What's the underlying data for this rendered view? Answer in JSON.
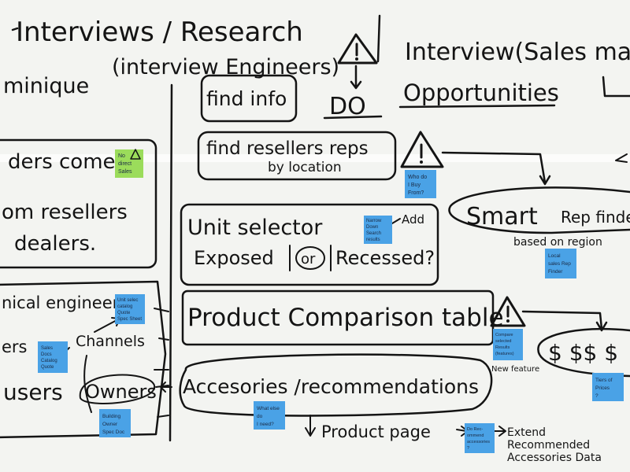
{
  "board": {
    "texts": {
      "t_interviews": "Interviews / Research",
      "t_interview_engineers": "(interview Engineers)",
      "t_minique": "minique",
      "t_interview_sales": "Interview(Sales man",
      "t_find_info": "find info",
      "t_do": "DO",
      "t_opportunities": "Opportunities",
      "t_find_resellers": "find resellers reps",
      "t_by_location": "by location",
      "t_leads": "ders come",
      "t_from_resellers": "om resellers",
      "t_dealers": "dealers.",
      "t_smart": "Smart",
      "t_rep_finder": "Rep finde",
      "t_based_region": "based on region",
      "t_unit_selector": "Unit selector",
      "t_add": "Add",
      "t_exposed": "Exposed",
      "t_or": "or",
      "t_recessed": "Recessed?",
      "t_engineers": "nical engineers",
      "t_ers": "ers",
      "t_channels": "Channels",
      "t_users": "users",
      "t_owners": "Owners",
      "t_product_compare": "Product Comparison table",
      "t_new_feature": "New feature",
      "t_dollars": "$  $$  $",
      "t_accessories": "Accesories /recommendations",
      "t_product_page": "Product page",
      "t_extend1": "Extend",
      "t_extend2": "Recommended",
      "t_extend3": "Accessories Data"
    },
    "sticky_notes": [
      {
        "id": "n1",
        "color": "#9bdc5b",
        "lines": [
          "No",
          "direct",
          "Sales"
        ]
      },
      {
        "id": "n2",
        "color": "#4aa2e6",
        "lines": [
          "Who do",
          "I Buy",
          "From?"
        ]
      },
      {
        "id": "n3",
        "color": "#4aa2e6",
        "lines": [
          "Narrow",
          "Down",
          "Search",
          "results"
        ]
      },
      {
        "id": "n4",
        "color": "#4aa2e6",
        "lines": [
          "Local",
          "sales Rep",
          "Finder"
        ]
      },
      {
        "id": "n5",
        "color": "#4aa2e6",
        "lines": [
          "Unit selec",
          "catalog",
          "Quote",
          "Spec Sheet"
        ]
      },
      {
        "id": "n6",
        "color": "#4aa2e6",
        "lines": [
          "Sales",
          "Docs",
          "Catalog",
          "Quote"
        ]
      },
      {
        "id": "n7",
        "color": "#4aa2e6",
        "lines": [
          "Compare",
          "selected",
          "Results",
          "(features)"
        ]
      },
      {
        "id": "n8",
        "color": "#4aa2e6",
        "lines": [
          "Tiers of",
          "Prices",
          "?"
        ]
      },
      {
        "id": "n9",
        "color": "#4aa2e6",
        "lines": [
          "What else",
          "do",
          "I need?"
        ]
      },
      {
        "id": "n10",
        "color": "#4aa2e6",
        "lines": [
          "Building",
          "Owner",
          "Spec Doc"
        ]
      },
      {
        "id": "n11",
        "color": "#4aa2e6",
        "lines": [
          "Do Rec-",
          "ommend",
          "accessories",
          "?"
        ]
      }
    ]
  }
}
